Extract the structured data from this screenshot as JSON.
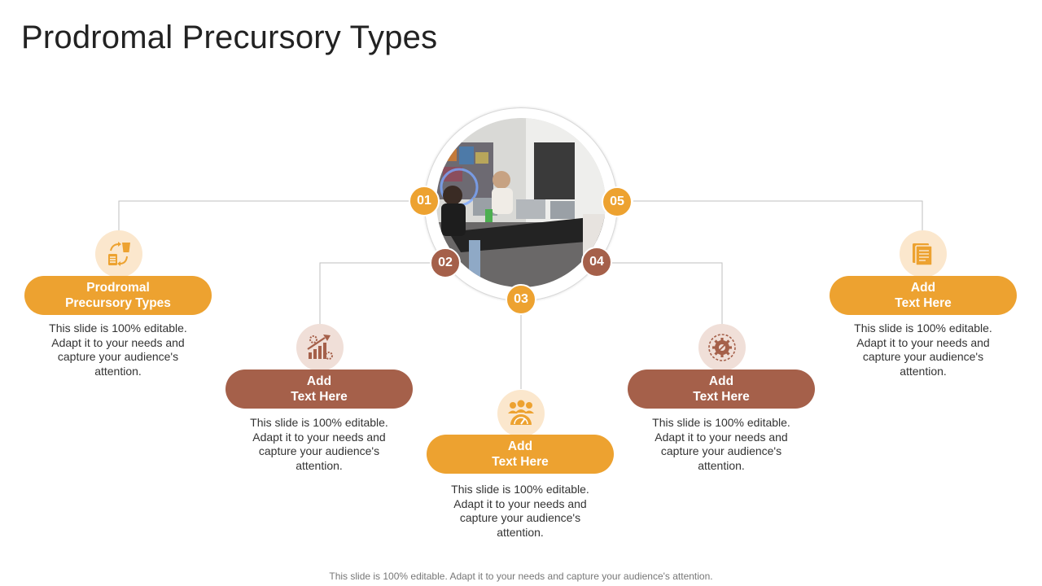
{
  "title": "Prodromal Precursory Types",
  "footer": "This slide is 100% editable. Adapt it to your needs and capture your audience's attention.",
  "colors": {
    "orange": "#eda230",
    "brown": "#a5604a",
    "orange_light": "#fbe7cd",
    "brown_light": "#f0dfd8"
  },
  "center_image": "photo of people working at laptops around a table",
  "items": [
    {
      "number": "01",
      "color": "orange",
      "icon": "exchange-icon",
      "label_line1": "Prodromal",
      "label_line2": "Precursory Types",
      "description": "This slide is 100% editable. Adapt it to your needs and capture your audience's attention."
    },
    {
      "number": "02",
      "color": "brown",
      "icon": "growth-chart-icon",
      "label_line1": "Add",
      "label_line2": "Text Here",
      "description": "This slide is 100% editable. Adapt it to your needs and capture your audience's attention."
    },
    {
      "number": "03",
      "color": "orange",
      "icon": "team-performance-icon",
      "label_line1": "Add",
      "label_line2": "Text Here",
      "description": "This slide is 100% editable. Adapt it to your needs and capture your audience's attention."
    },
    {
      "number": "04",
      "color": "brown",
      "icon": "gear-settings-icon",
      "label_line1": "Add",
      "label_line2": "Text Here",
      "description": "This slide is 100% editable. Adapt it to your needs and capture your audience's attention."
    },
    {
      "number": "05",
      "color": "orange",
      "icon": "documents-icon",
      "label_line1": "Add",
      "label_line2": "Text Here",
      "description": "This slide is 100% editable. Adapt it to your needs and capture your audience's attention."
    }
  ]
}
